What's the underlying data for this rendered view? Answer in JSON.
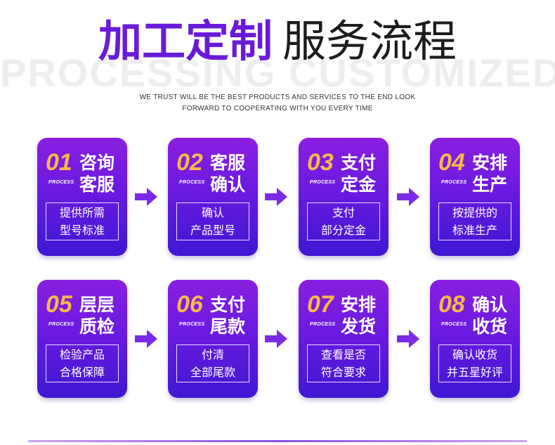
{
  "header": {
    "title_main": "加工定制",
    "title_sub": "服务流程",
    "background_text": "PROCESSING CUSTOMIZED",
    "tagline_line1": "WE TRUST WILL BE THE BEST PRODUCTS AND SERVICES TO THE END LOOK",
    "tagline_line2": "FORWARD TO COOPERATING WITH YOU EVERY TIME"
  },
  "colors": {
    "accent": "#6a1bd8",
    "number": "#f7b84a",
    "arrow": "#7b2be6"
  },
  "steps": [
    {
      "num": "01",
      "tag": "PROCESS",
      "name1": "咨询",
      "name2": "客服",
      "desc1": "提供所需",
      "desc2": "型号标准"
    },
    {
      "num": "02",
      "tag": "PROCESS",
      "name1": "客服",
      "name2": "确认",
      "desc1": "确认",
      "desc2": "产品型号"
    },
    {
      "num": "03",
      "tag": "PROCESS",
      "name1": "支付",
      "name2": "定金",
      "desc1": "支付",
      "desc2": "部分定金"
    },
    {
      "num": "04",
      "tag": "PROCESS",
      "name1": "安排",
      "name2": "生产",
      "desc1": "按提供的",
      "desc2": "标准生产"
    },
    {
      "num": "05",
      "tag": "PROCESS",
      "name1": "层层",
      "name2": "质检",
      "desc1": "检验产品",
      "desc2": "合格保障"
    },
    {
      "num": "06",
      "tag": "PROCESS",
      "name1": "支付",
      "name2": "尾款",
      "desc1": "付清",
      "desc2": "全部尾款"
    },
    {
      "num": "07",
      "tag": "PROCESS",
      "name1": "安排",
      "name2": "发货",
      "desc1": "查看是否",
      "desc2": "符合要求"
    },
    {
      "num": "08",
      "tag": "PROCESS",
      "name1": "确认",
      "name2": "收货",
      "desc1": "确认收货",
      "desc2": "并五星好评"
    }
  ]
}
